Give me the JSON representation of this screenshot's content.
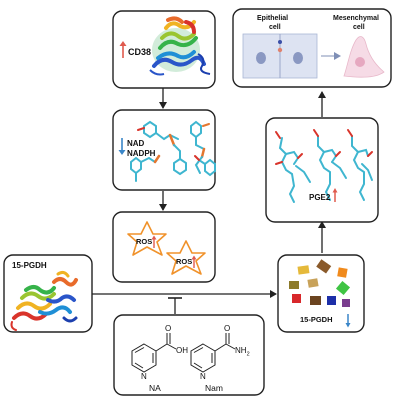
{
  "labels": {
    "cd38": "CD38",
    "nad": "NAD",
    "nadph": "NADPH",
    "ros_left": "ROS",
    "ros_right": "ROS",
    "pgdh_left": "15-PGDH",
    "pgdh_right": "15-PGDH",
    "pge2": "PGE2",
    "epithelial": "Epithelial",
    "epithelial_cell": "cell",
    "mesenchymal": "Mesenchymal",
    "mesenchymal_cell": "cell",
    "na": "NA",
    "nam": "Nam",
    "oh": "OH",
    "o_acid": "O",
    "o_amide": "O",
    "nh2": "NH",
    "nh2_sub": "2",
    "n_na": "N",
    "n_nam": "N"
  },
  "colors": {
    "up_arrow": "#e05a4e",
    "down_arrow": "#3a86c8",
    "star_stroke": "#f0922b",
    "box_stroke": "#222222",
    "flow_arrow": "#222222",
    "cell_fill": "#dde3f2",
    "mesenchymal_fill": "#f6dbe6"
  }
}
